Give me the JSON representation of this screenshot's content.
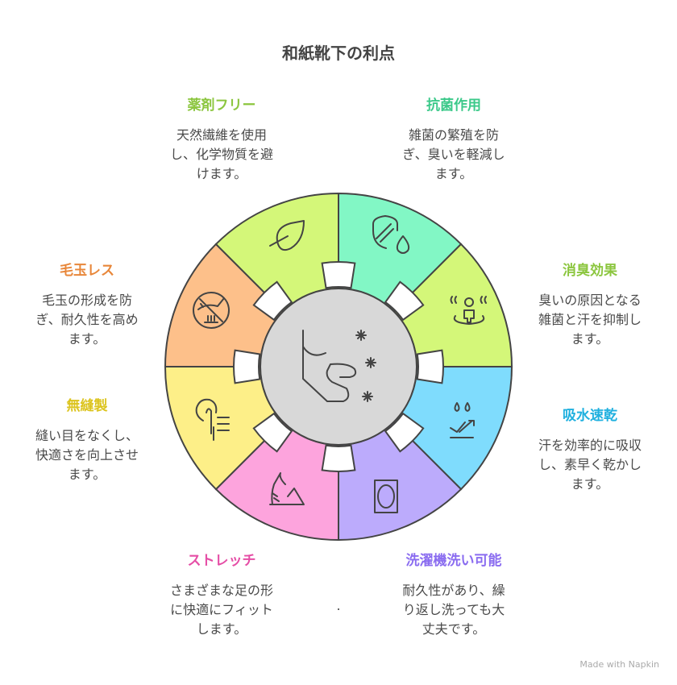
{
  "title": "和紙靴下の利点",
  "center_icon": "foot-sparkle-icon",
  "segments": [
    {
      "title": "抗菌作用",
      "desc": [
        "雑菌の繁殖を防",
        "ぎ、臭いを軽減し",
        "ます。"
      ],
      "color": "#82f7c5",
      "title_color": "#3cc98a",
      "icon": "shield-drop-icon"
    },
    {
      "title": "消臭効果",
      "desc": [
        "臭いの原因となる",
        "雑菌と汗を抑制し",
        "ます。"
      ],
      "color": "#d4f779",
      "title_color": "#8cc63f",
      "icon": "odor-person-icon"
    },
    {
      "title": "吸水速乾",
      "desc": [
        "汗を効率的に吸収",
        "し、素早く乾かし",
        "ます。"
      ],
      "color": "#7fdcfd",
      "title_color": "#1fb0df",
      "icon": "water-drops-arrows-icon"
    },
    {
      "title": "洗濯機洗い可能",
      "desc": [
        "耐久性があり、繰",
        "り返し洗っても大",
        "丈夫です。"
      ],
      "color": "#bcabfc",
      "title_color": "#8a6cf0",
      "icon": "washing-machine-icon"
    },
    {
      "title": "ストレッチ",
      "desc": [
        "さまざまな足の形",
        "に快適にフィット",
        "します。"
      ],
      "color": "#fda4dd",
      "title_color": "#e54ea6",
      "icon": "sneaker-icon"
    },
    {
      "title": "無縫製",
      "desc": [
        "縫い目をなくし、",
        "快適さを向上させ",
        "ます。"
      ],
      "color": "#fdef88",
      "title_color": "#dcc41e",
      "icon": "fingerprint-lines-icon"
    },
    {
      "title": "毛玉レス",
      "desc": [
        "毛玉の形成を防",
        "ぎ、耐久性を高め",
        "ます。"
      ],
      "color": "#fdc08a",
      "title_color": "#e8873a",
      "icon": "no-pilling-icon"
    },
    {
      "title": "薬剤フリー",
      "desc": [
        "天然繊維を使用",
        "し、化学物質を避",
        "けます。"
      ],
      "color": "#d4f779",
      "title_color": "#8cc63f",
      "icon": "leaf-icon"
    }
  ],
  "footer": "Made with Napkin"
}
